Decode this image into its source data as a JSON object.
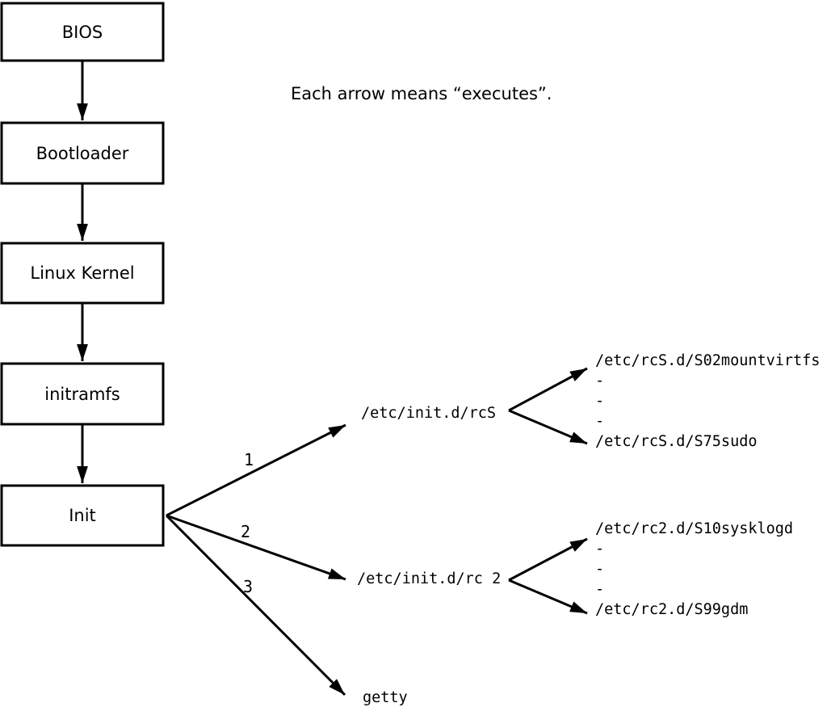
{
  "caption": "Each arrow means “executes”.",
  "colors": {
    "line": "#000000",
    "background": "#ffffff"
  },
  "boot_chain": {
    "boxes": [
      {
        "label": "BIOS"
      },
      {
        "label": "Bootloader"
      },
      {
        "label": "Linux Kernel"
      },
      {
        "label": "initramfs"
      },
      {
        "label": "Init"
      }
    ]
  },
  "init_edges": {
    "labels": [
      "1",
      "2",
      "3"
    ],
    "targets": {
      "rcS": "/etc/init.d/rcS",
      "rc2": "/etc/init.d/rc 2",
      "getty": "getty"
    }
  },
  "rcS_children": {
    "lines": [
      "/etc/rcS.d/S02mountvirtfs",
      "-",
      "-",
      "-",
      "/etc/rcS.d/S75sudo"
    ]
  },
  "rc2_children": {
    "lines": [
      "/etc/rc2.d/S10sysklogd",
      "-",
      "-",
      "-",
      "/etc/rc2.d/S99gdm"
    ]
  }
}
